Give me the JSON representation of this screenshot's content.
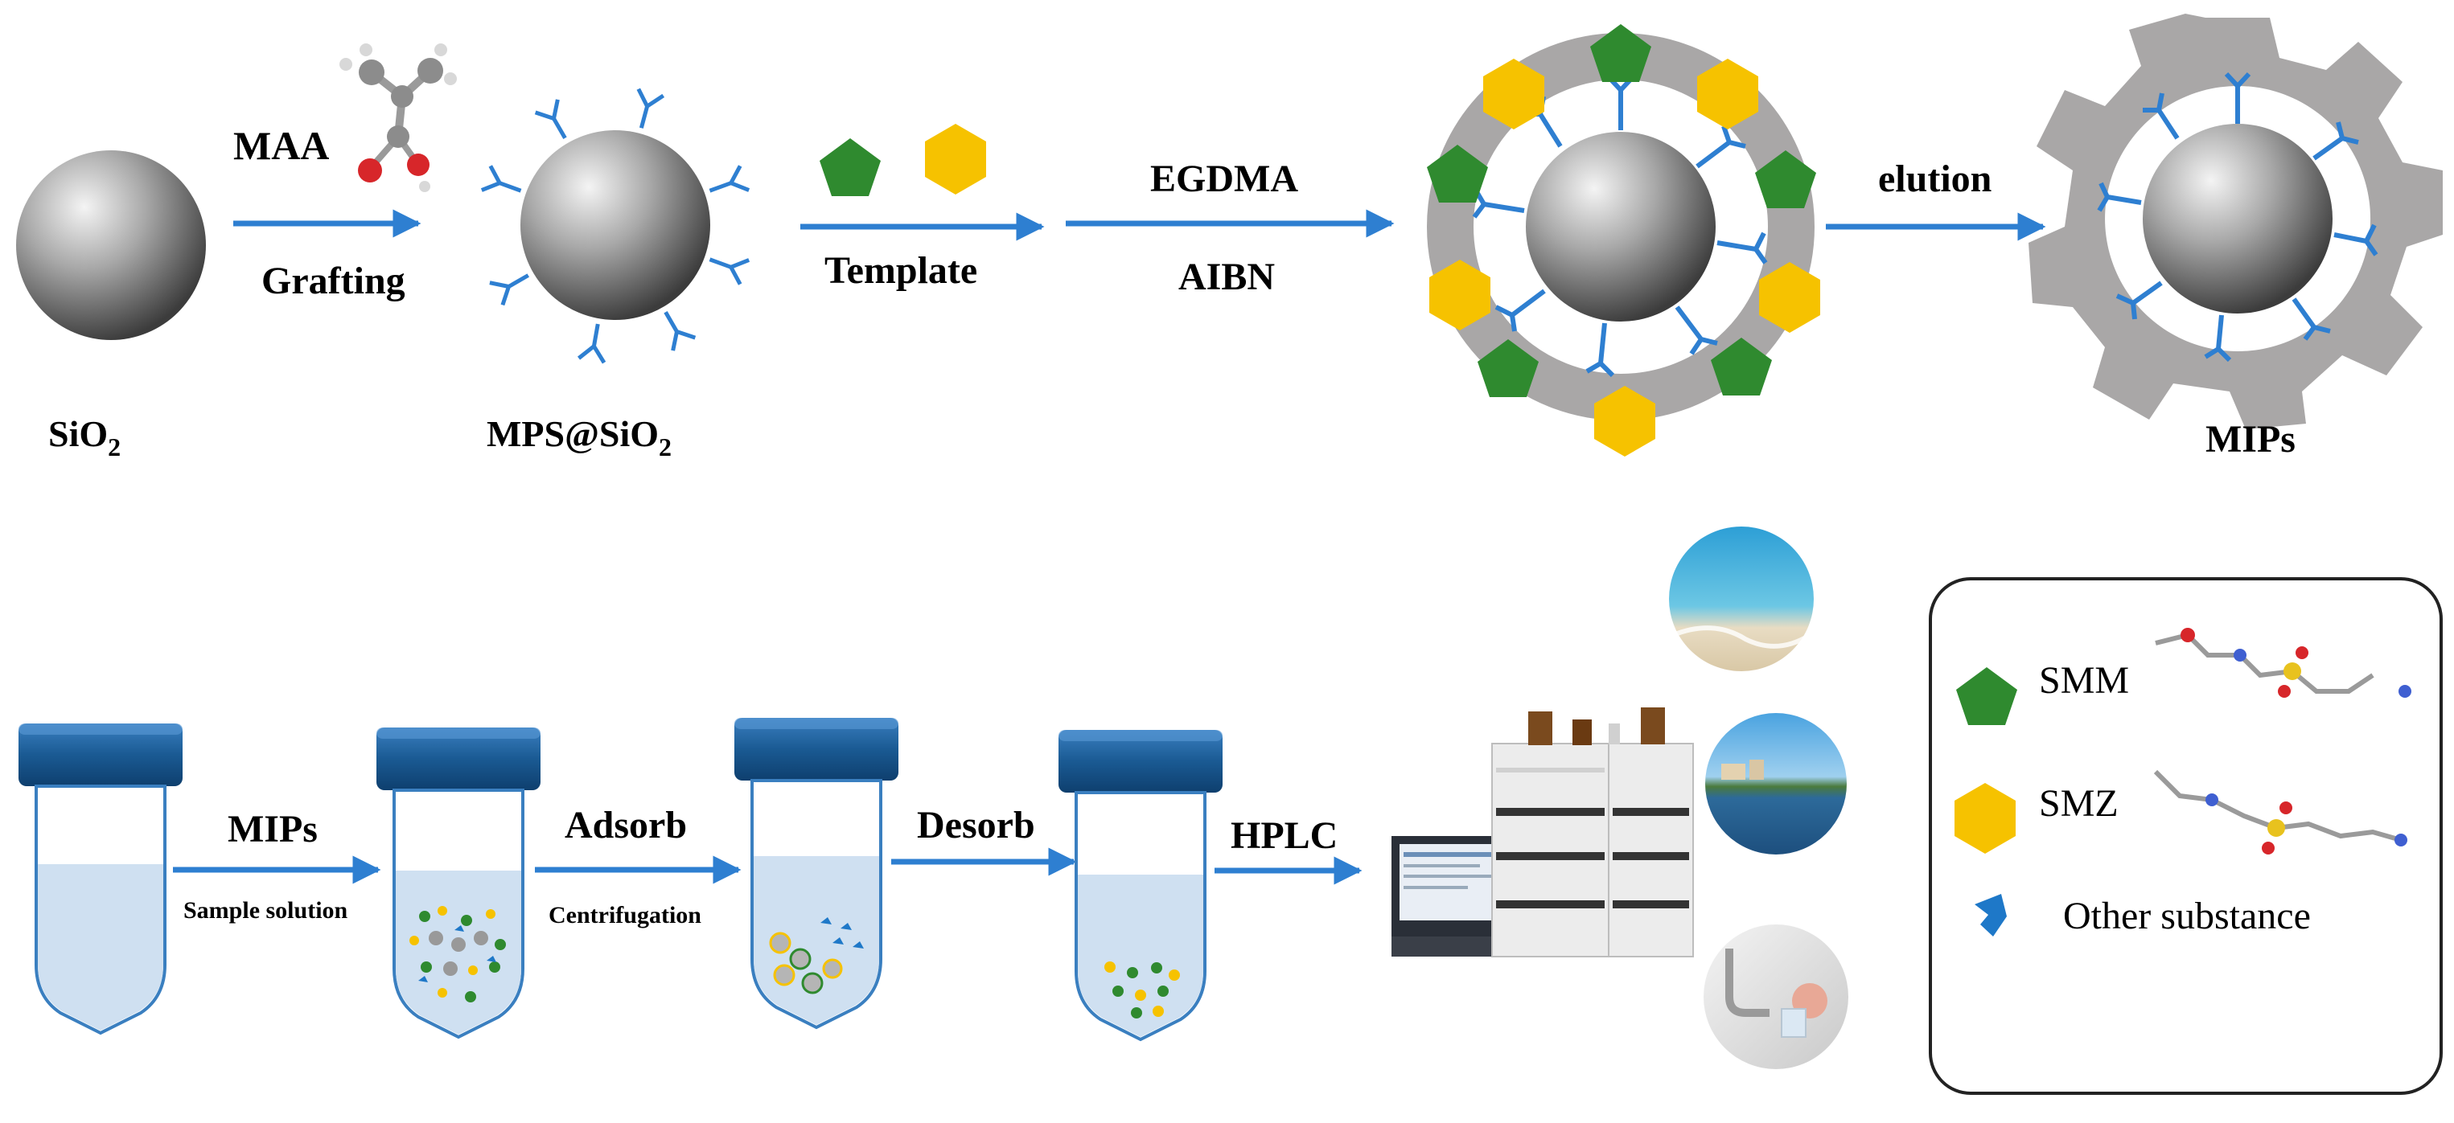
{
  "top_row": {
    "sio2": {
      "base": "SiO",
      "sub": "2"
    },
    "maa": "MAA",
    "grafting": "Grafting",
    "mps": {
      "base": "MPS@SiO",
      "sub": "2"
    },
    "template": "Template",
    "egdma": "EGDMA",
    "aibn": "AIBN",
    "elution": "elution",
    "mips": "MIPs"
  },
  "bottom_row": {
    "mips": "MIPs",
    "sample_solution": "Sample solution",
    "adsorb": "Adsorb",
    "centrifugation": "Centrifugation",
    "desorb": "Desorb",
    "hplc": "HPLC"
  },
  "legend": {
    "smm": "SMM",
    "smz": "SMZ",
    "other": "Other substance"
  },
  "colors": {
    "arrow": "#2e7fd1",
    "smm_green": "#2f8a2f",
    "smz_yellow": "#f6c200",
    "other_blue": "#1e78c8",
    "shell_gray": "#a9a7a7",
    "cap_blue": "#1a5a93"
  }
}
